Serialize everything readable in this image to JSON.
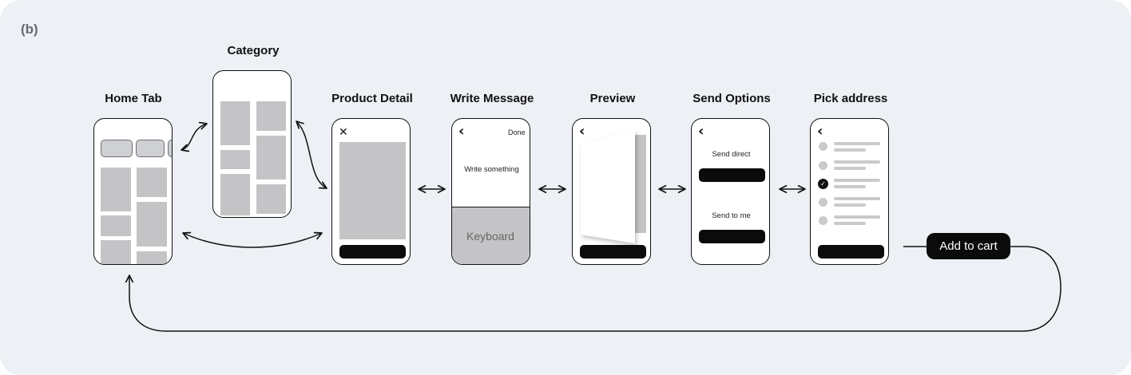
{
  "panel_label": "(b)",
  "screens": {
    "home": {
      "title": "Home Tab"
    },
    "category": {
      "title": "Category"
    },
    "product": {
      "title": "Product Detail",
      "close_glyph": "✕"
    },
    "message": {
      "title": "Write Message",
      "back_glyph": "‹",
      "done_label": "Done",
      "prompt": "Write something",
      "keyboard_label": "Keyboard"
    },
    "preview": {
      "title": "Preview",
      "back_glyph": "‹"
    },
    "send": {
      "title": "Send Options",
      "back_glyph": "‹",
      "option1": "Send direct",
      "option2": "Send to me"
    },
    "address": {
      "title": "Pick address",
      "back_glyph": "‹",
      "check_glyph": "✓"
    }
  },
  "add_to_cart_label": "Add to cart",
  "colors": {
    "background": "#edf0f4",
    "ink": "#111111",
    "placeholder": "#c4c4c7",
    "button": "#0b0b0b"
  }
}
